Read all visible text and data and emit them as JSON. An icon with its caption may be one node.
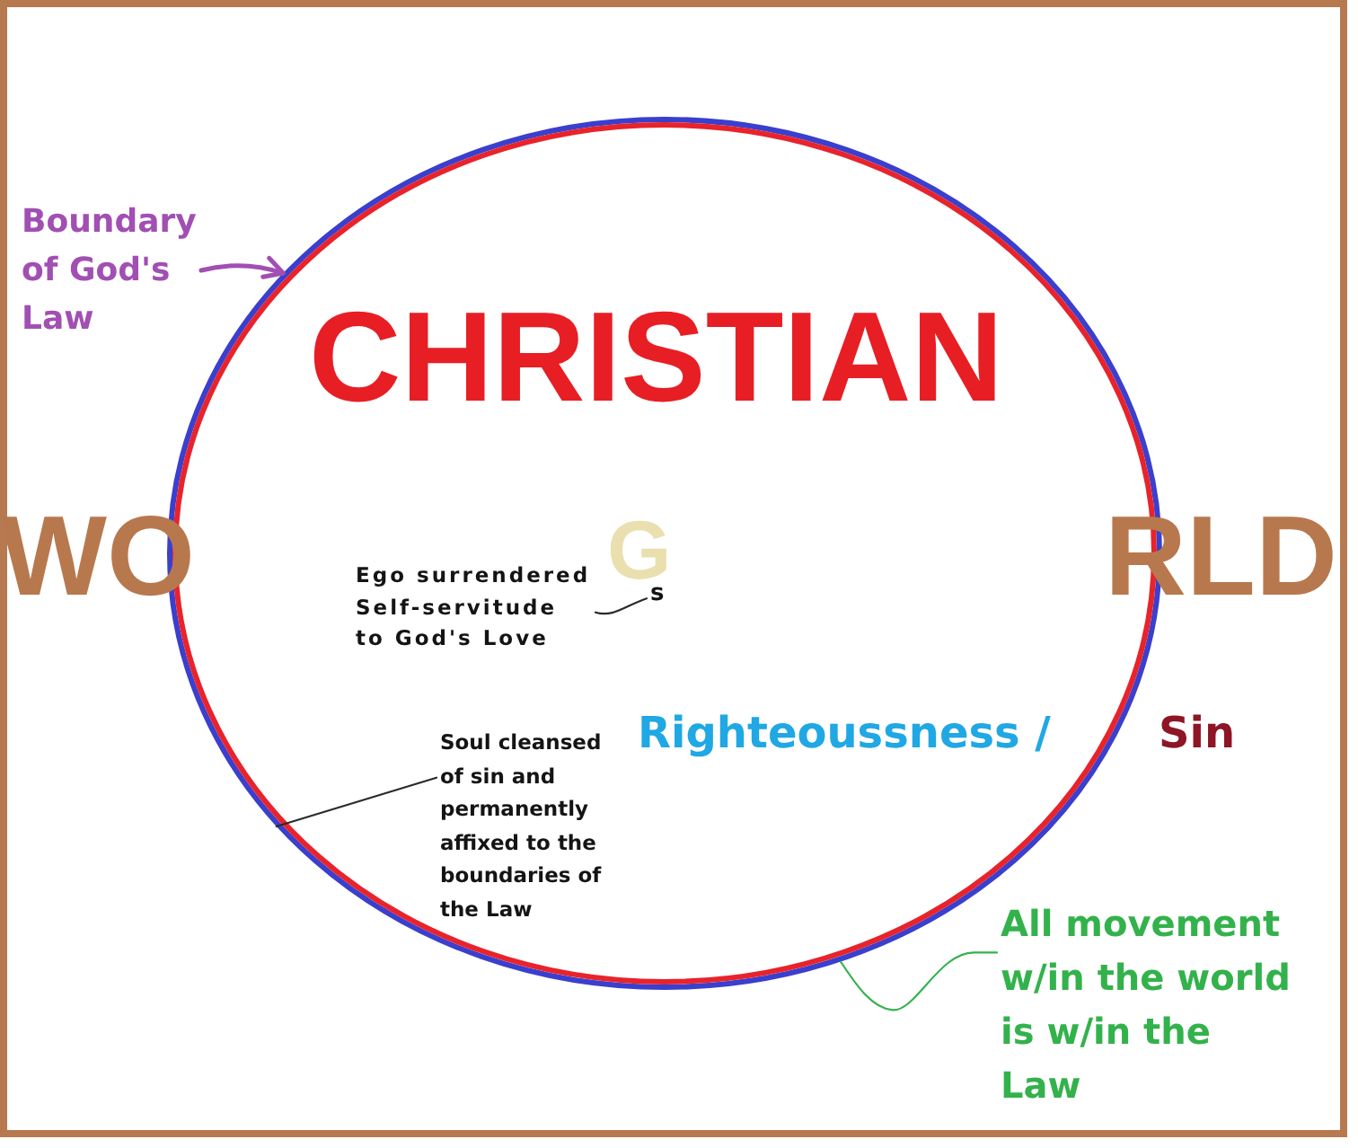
{
  "diagram": {
    "nodes": [
      {
        "text": [
          "CHRISTIAN"
        ]
      },
      {
        "text": [
          "Boundary of God's Law"
        ]
      },
      {
        "text": [
          "Ego surrendered Self-servitude to God's Love"
        ],
        "in": 0
      },
      {
        "text": [
          "s"
        ],
        "in": 0
      },
      {
        "text": [
          "Soul cleansed of sin and permanently affixed to the boundaries of the Law"
        ],
        "in": 0
      },
      {
        "text": [
          "All movement w/in the world is w/in the Law"
        ]
      }
    ],
    "edges": [
      {
        "from": 1,
        "to": 0,
        "arrow": "to",
        "color": "#a14fb3"
      },
      {
        "from": 2,
        "to": 3,
        "arrow": "none"
      },
      {
        "from": 4,
        "to": 0,
        "arrow": "none"
      },
      {
        "from": 5,
        "to": 0,
        "arrow": "none",
        "color": "#33b24c"
      }
    ],
    "labels": [
      "WO",
      "G",
      "RLD",
      "Righteoussness /",
      "Sin"
    ]
  }
}
